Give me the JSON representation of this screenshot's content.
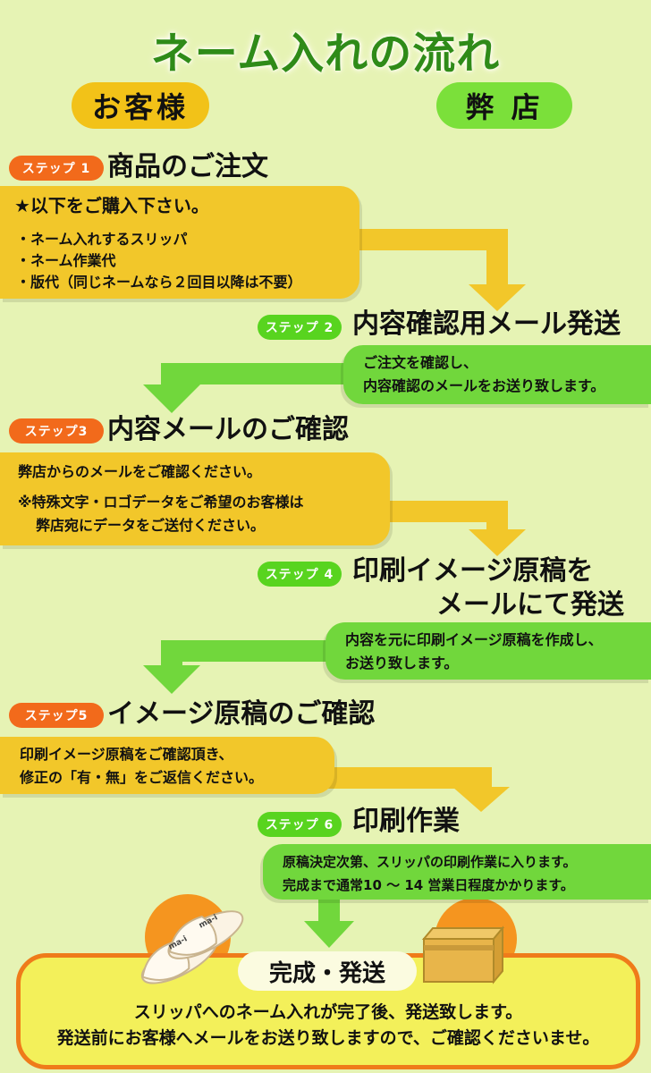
{
  "title": "ネーム入れの流れ",
  "roles": {
    "customer": "お客様",
    "shop": "弊 店"
  },
  "steps": [
    {
      "badge": "ステップ 1",
      "title": "商品のご注文",
      "lines": [
        "★以下をご購入下さい。",
        "・ネーム入れするスリッパ",
        "・ネーム作業代",
        "・版代（同じネームなら２回目以降は不要）"
      ]
    },
    {
      "badge": "ステップ 2",
      "title": "内容確認用メール発送",
      "lines": [
        "ご注文を確認し、",
        "内容確認のメールをお送り致します。"
      ]
    },
    {
      "badge": "ステップ3",
      "title": "内容メールのご確認",
      "lines": [
        "弊店からのメールをご確認ください。",
        "※特殊文字・ロゴデータをご希望のお客様は",
        "弊店宛にデータをご送付ください。"
      ]
    },
    {
      "badge": "ステップ 4",
      "title_lines": [
        "印刷イメージ原稿を",
        "メールにて発送"
      ],
      "lines": [
        "内容を元に印刷イメージ原稿を作成し、",
        "お送り致します。"
      ]
    },
    {
      "badge": "ステップ5",
      "title": "イメージ原稿のご確認",
      "lines": [
        "印刷イメージ原稿をご確認頂き、",
        "修正の「有・無」をご返信ください。"
      ]
    },
    {
      "badge": "ステップ 6",
      "title": "印刷作業",
      "lines": [
        "原稿決定次第、スリッパの印刷作業に入ります。",
        "完成まで通常10 〜 14 営業日程度かかります。"
      ]
    }
  ],
  "final": {
    "label": "完成・発送",
    "lines": [
      "スリッパへのネーム入れが完了後、発送致します。",
      "発送前にお客様へメールをお送り致しますので、ご確認くださいませ。"
    ]
  },
  "slipper_text": "ma-i",
  "colors": {
    "background": "#e6f3b4",
    "yellow_box": "#f2c72a",
    "green_box": "#71d73c",
    "orange_badge": "#f26a1b",
    "green_badge": "#58d41f",
    "title_green": "#2f8b18",
    "final_border": "#ef7b1a"
  }
}
